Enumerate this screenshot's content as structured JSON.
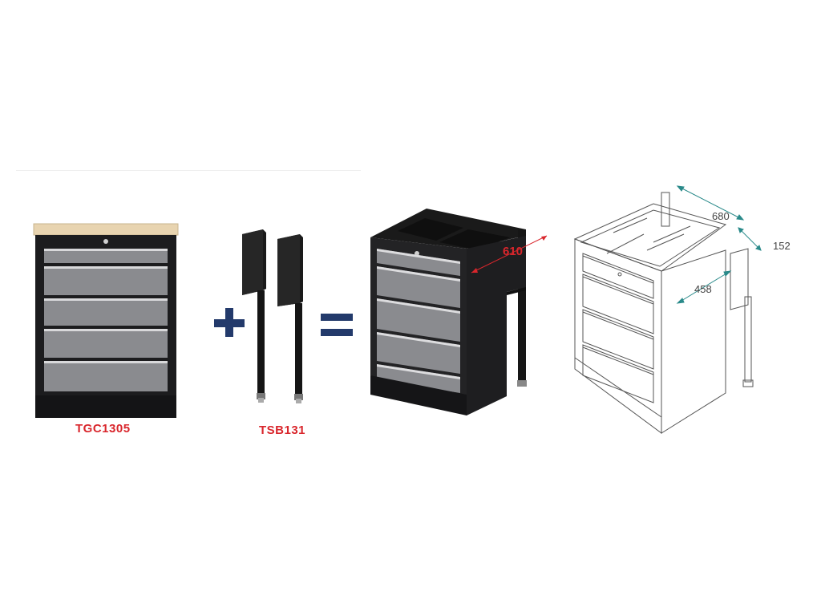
{
  "products": {
    "cabinet_label": "TGC1305",
    "stand_label": "TSB131"
  },
  "operators": {
    "plus_icon": "plus-icon",
    "equals_icon": "equals-icon"
  },
  "combined": {
    "depth_label": "610"
  },
  "drawing": {
    "dim_width": "680",
    "dim_side": "152",
    "dim_depth": "458"
  },
  "colors": {
    "label_red": "#d9262c",
    "operator_navy": "#233a6b",
    "cabinet_black": "#1c1c1e",
    "drawer_grey": "#8a8b8f",
    "dimension_teal": "#2a8a8a"
  }
}
